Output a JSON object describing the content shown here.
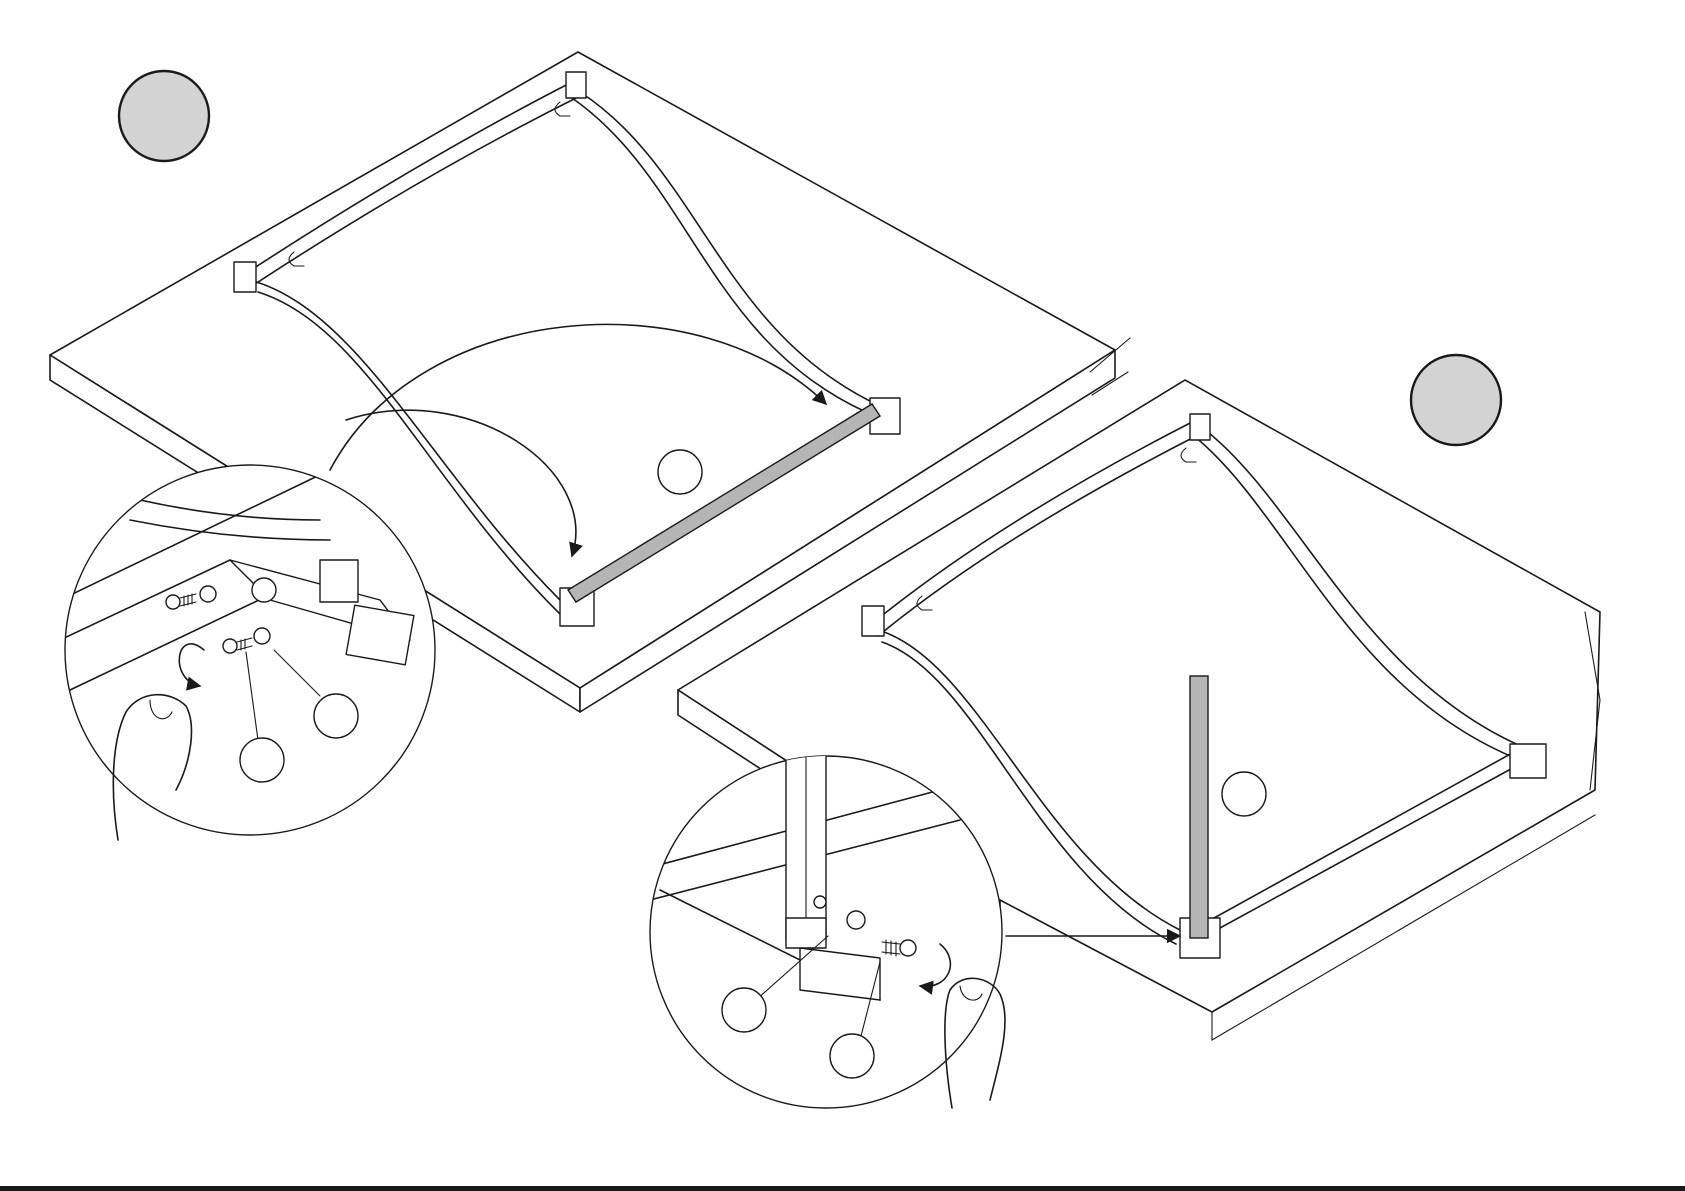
{
  "figure": {
    "background": "#ffffff",
    "line_color": "#1a1a1a",
    "badge_fill": "#d3d3d3",
    "rail_fill": "#b5b5b5"
  },
  "steps": [
    {
      "label": "",
      "panel": "left"
    },
    {
      "label": "",
      "panel": "right"
    }
  ],
  "callouts": [
    {
      "label": "",
      "points_to": "crossbar"
    },
    {
      "label": "",
      "points_to": "screw"
    },
    {
      "label": "",
      "points_to": "washer"
    },
    {
      "label": "",
      "points_to": "upright-post"
    },
    {
      "label": "",
      "points_to": "post-washer"
    },
    {
      "label": "",
      "points_to": "post-screw"
    }
  ],
  "icons": [
    "hand-icon",
    "rotate-arrow-icon",
    "screw-icon",
    "washer-icon",
    "move-arrow-icon"
  ]
}
